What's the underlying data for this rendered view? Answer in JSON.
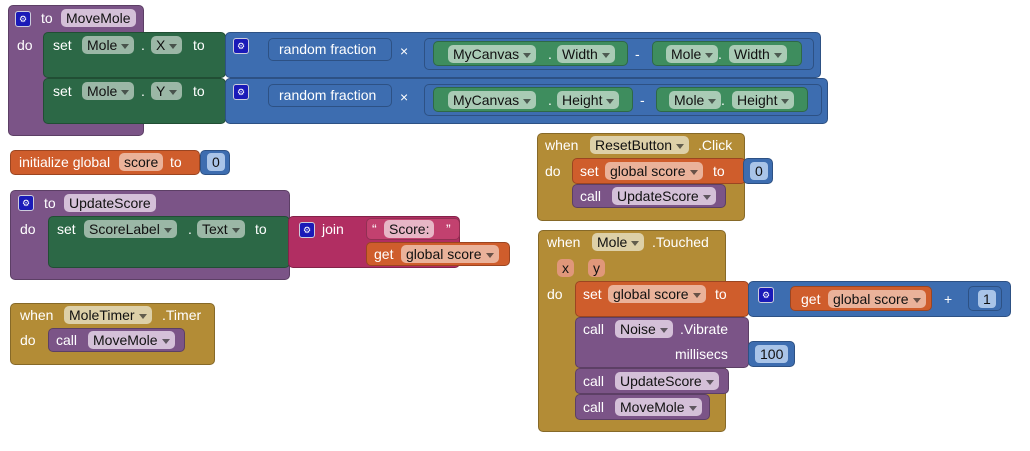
{
  "move_mole": {
    "to": "to",
    "name": "MoveMole",
    "do": "do",
    "rows": [
      {
        "set": "set",
        "comp": "Mole",
        "prop": "X",
        "to": "to",
        "rand": "random fraction",
        "times": "×",
        "canvas": "MyCanvas",
        "cprop": "Width",
        "minus": "-",
        "mole": "Mole",
        "mprop": "Width"
      },
      {
        "set": "set",
        "comp": "Mole",
        "prop": "Y",
        "to": "to",
        "rand": "random fraction",
        "times": "×",
        "canvas": "MyCanvas",
        "cprop": "Height",
        "minus": "-",
        "mole": "Mole",
        "mprop": "Height"
      }
    ]
  },
  "init": {
    "label": "initialize global",
    "var": "score",
    "to": "to",
    "value": "0"
  },
  "update_score": {
    "to": "to",
    "name": "UpdateScore",
    "do": "do",
    "set": "set",
    "comp": "ScoreLabel",
    "prop": "Text",
    "to2": "to",
    "join": "join",
    "lq": "“",
    "text": "Score: ",
    "rq": "”",
    "get": "get",
    "var": "global score"
  },
  "mole_timer": {
    "when": "when",
    "comp": "MoleTimer",
    "event": ".Timer",
    "do": "do",
    "call": "call",
    "proc": "MoveMole"
  },
  "reset": {
    "when": "when",
    "comp": "ResetButton",
    "event": ".Click",
    "do": "do",
    "set": "set",
    "var": "global score",
    "to": "to",
    "value": "0",
    "call": "call",
    "proc": "UpdateScore"
  },
  "touched": {
    "when": "when",
    "comp": "Mole",
    "event": ".Touched",
    "px": "x",
    "py": "y",
    "do": "do",
    "set": "set",
    "var": "global score",
    "to": "to",
    "get": "get",
    "gvar": "global score",
    "plus": "+",
    "one": "1",
    "call": "call",
    "noise": "Noise",
    "vibrate": ".Vibrate",
    "millisecs": "millisecs",
    "ms": "100",
    "proc1": "UpdateScore",
    "proc2": "MoveMole"
  }
}
